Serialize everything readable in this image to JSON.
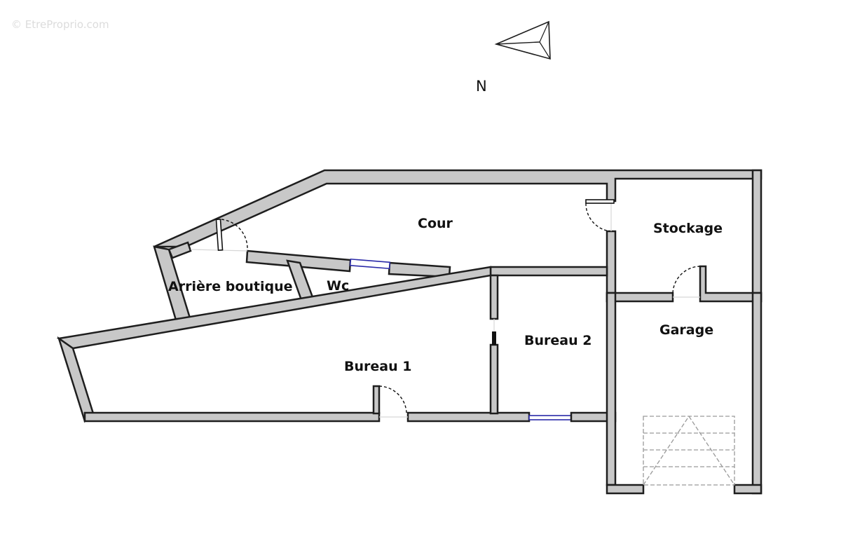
{
  "watermark": "© EtreProprio.com",
  "compass": {
    "label": "N"
  },
  "rooms": {
    "cour": "Cour",
    "stockage": "Stockage",
    "arriere_boutique": "Arrière boutique",
    "wc": "Wc",
    "bureau_1": "Bureau 1",
    "bureau_2": "Bureau 2",
    "garage": "Garage"
  },
  "colors": {
    "wall_fill": "#c8c8c8",
    "wall_outline": "#1e1e1e",
    "window": "#2a2aa8",
    "background": "#ffffff"
  }
}
